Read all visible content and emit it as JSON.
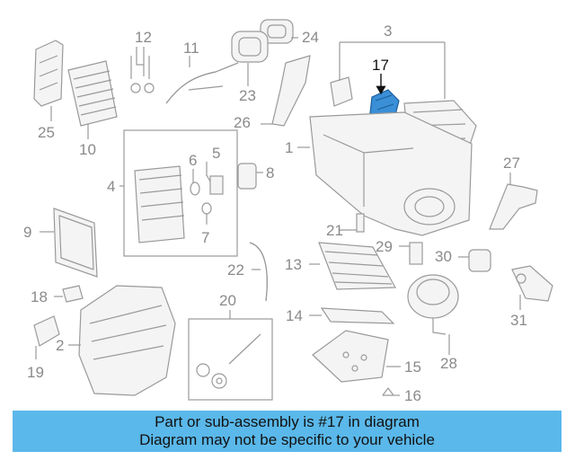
{
  "callouts": [
    "1",
    "2",
    "3",
    "4",
    "5",
    "6",
    "7",
    "8",
    "9",
    "10",
    "11",
    "12",
    "13",
    "14",
    "15",
    "16",
    "17",
    "18",
    "19",
    "20",
    "21",
    "22",
    "23",
    "24",
    "25",
    "26",
    "27",
    "28",
    "29",
    "30",
    "31"
  ],
  "highlighted_callout": "17",
  "colors": {
    "banner": "#5ab8ea",
    "highlight_part": "#3a8fd6",
    "line_art": "#9a9a9a"
  },
  "banner": {
    "line1": "Part or sub-assembly is #17 in diagram",
    "line2": "Diagram may not be specific to your vehicle"
  }
}
